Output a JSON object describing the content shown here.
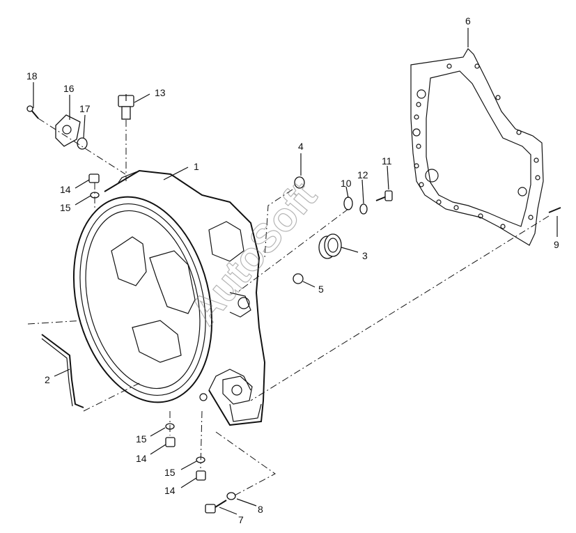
{
  "labels": {
    "l1": "1",
    "l2": "2",
    "l3": "3",
    "l4": "4",
    "l5": "5",
    "l6": "6",
    "l7": "7",
    "l8": "8",
    "l9": "9",
    "l10": "10",
    "l11": "11",
    "l12": "12",
    "l13": "13",
    "l14a": "14",
    "l14b": "14",
    "l14c": "14",
    "l15a": "15",
    "l15b": "15",
    "l15c": "15",
    "l16": "16",
    "l17": "17",
    "l18": "18"
  },
  "watermark": "AutoSoft"
}
